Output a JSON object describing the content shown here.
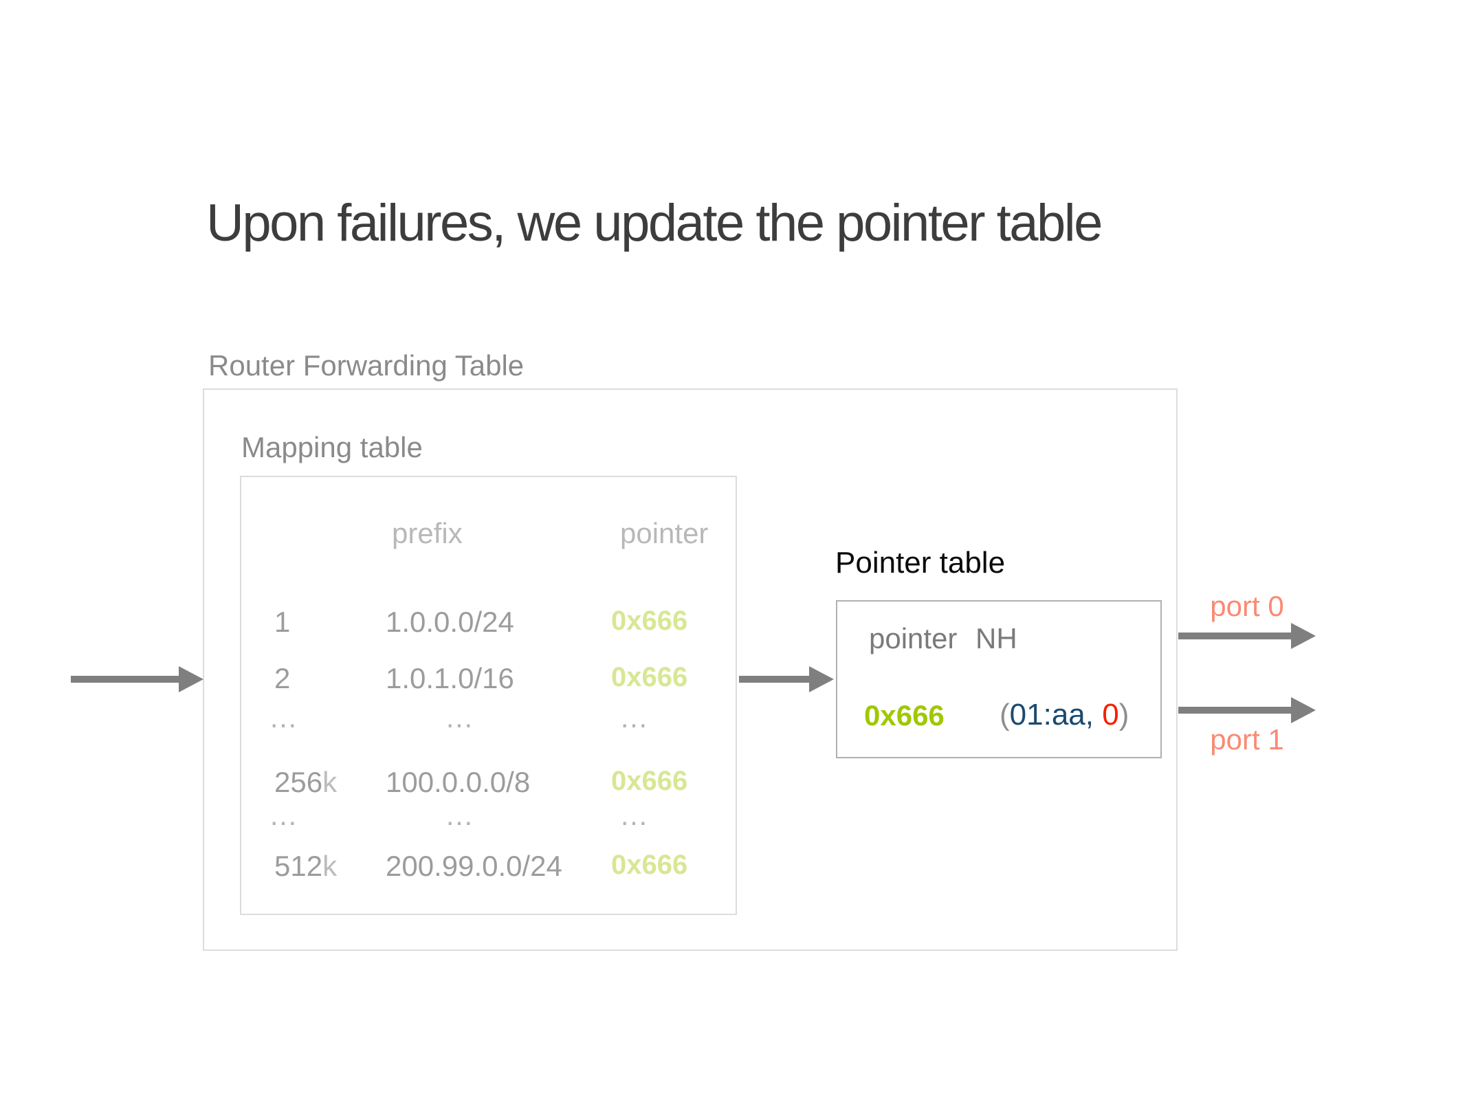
{
  "slide": {
    "title": "Upon failures, we update the pointer table"
  },
  "router_box": {
    "label": "Router Forwarding Table"
  },
  "mapping_table": {
    "label": "Mapping table",
    "header_prefix": "prefix",
    "header_pointer": "pointer",
    "rows": [
      {
        "num": "1",
        "suffix": "",
        "prefix": "1.0.0.0/24",
        "pointer": "0x666"
      },
      {
        "num": "2",
        "suffix": "",
        "prefix": "1.0.1.0/16",
        "pointer": "0x666"
      },
      {
        "num": "…",
        "suffix": "",
        "prefix": "…",
        "pointer": "…"
      },
      {
        "num": "256",
        "suffix": "k",
        "prefix": "100.0.0.0/8",
        "pointer": "0x666"
      },
      {
        "num": "…",
        "suffix": "",
        "prefix": "…",
        "pointer": "…"
      },
      {
        "num": "512",
        "suffix": "k",
        "prefix": "200.99.0.0/24",
        "pointer": "0x666"
      }
    ]
  },
  "pointer_table": {
    "label": "Pointer table",
    "header_pointer": "pointer",
    "header_nh": "NH",
    "row": {
      "pointer": "0x666",
      "open": "(",
      "mac": "01:aa",
      "sep": ", ",
      "port": "0",
      "close": ")"
    }
  },
  "ports": {
    "port0": "port 0",
    "port1": "port 1"
  },
  "colors": {
    "title_text": "#3d3d3d",
    "faded_gray_text": "#9c9c9c",
    "section_label_gray": "#8a8a8a",
    "faded_lime": "#d7e794",
    "bright_green": "#a0c800",
    "navy": "#1a4a70",
    "red": "#f42000",
    "salmon": "#fa8a73",
    "arrow_gray": "#7f7f7f",
    "box_border_light": "#dcdcdc",
    "box_border_dark": "#b0b0b0"
  }
}
